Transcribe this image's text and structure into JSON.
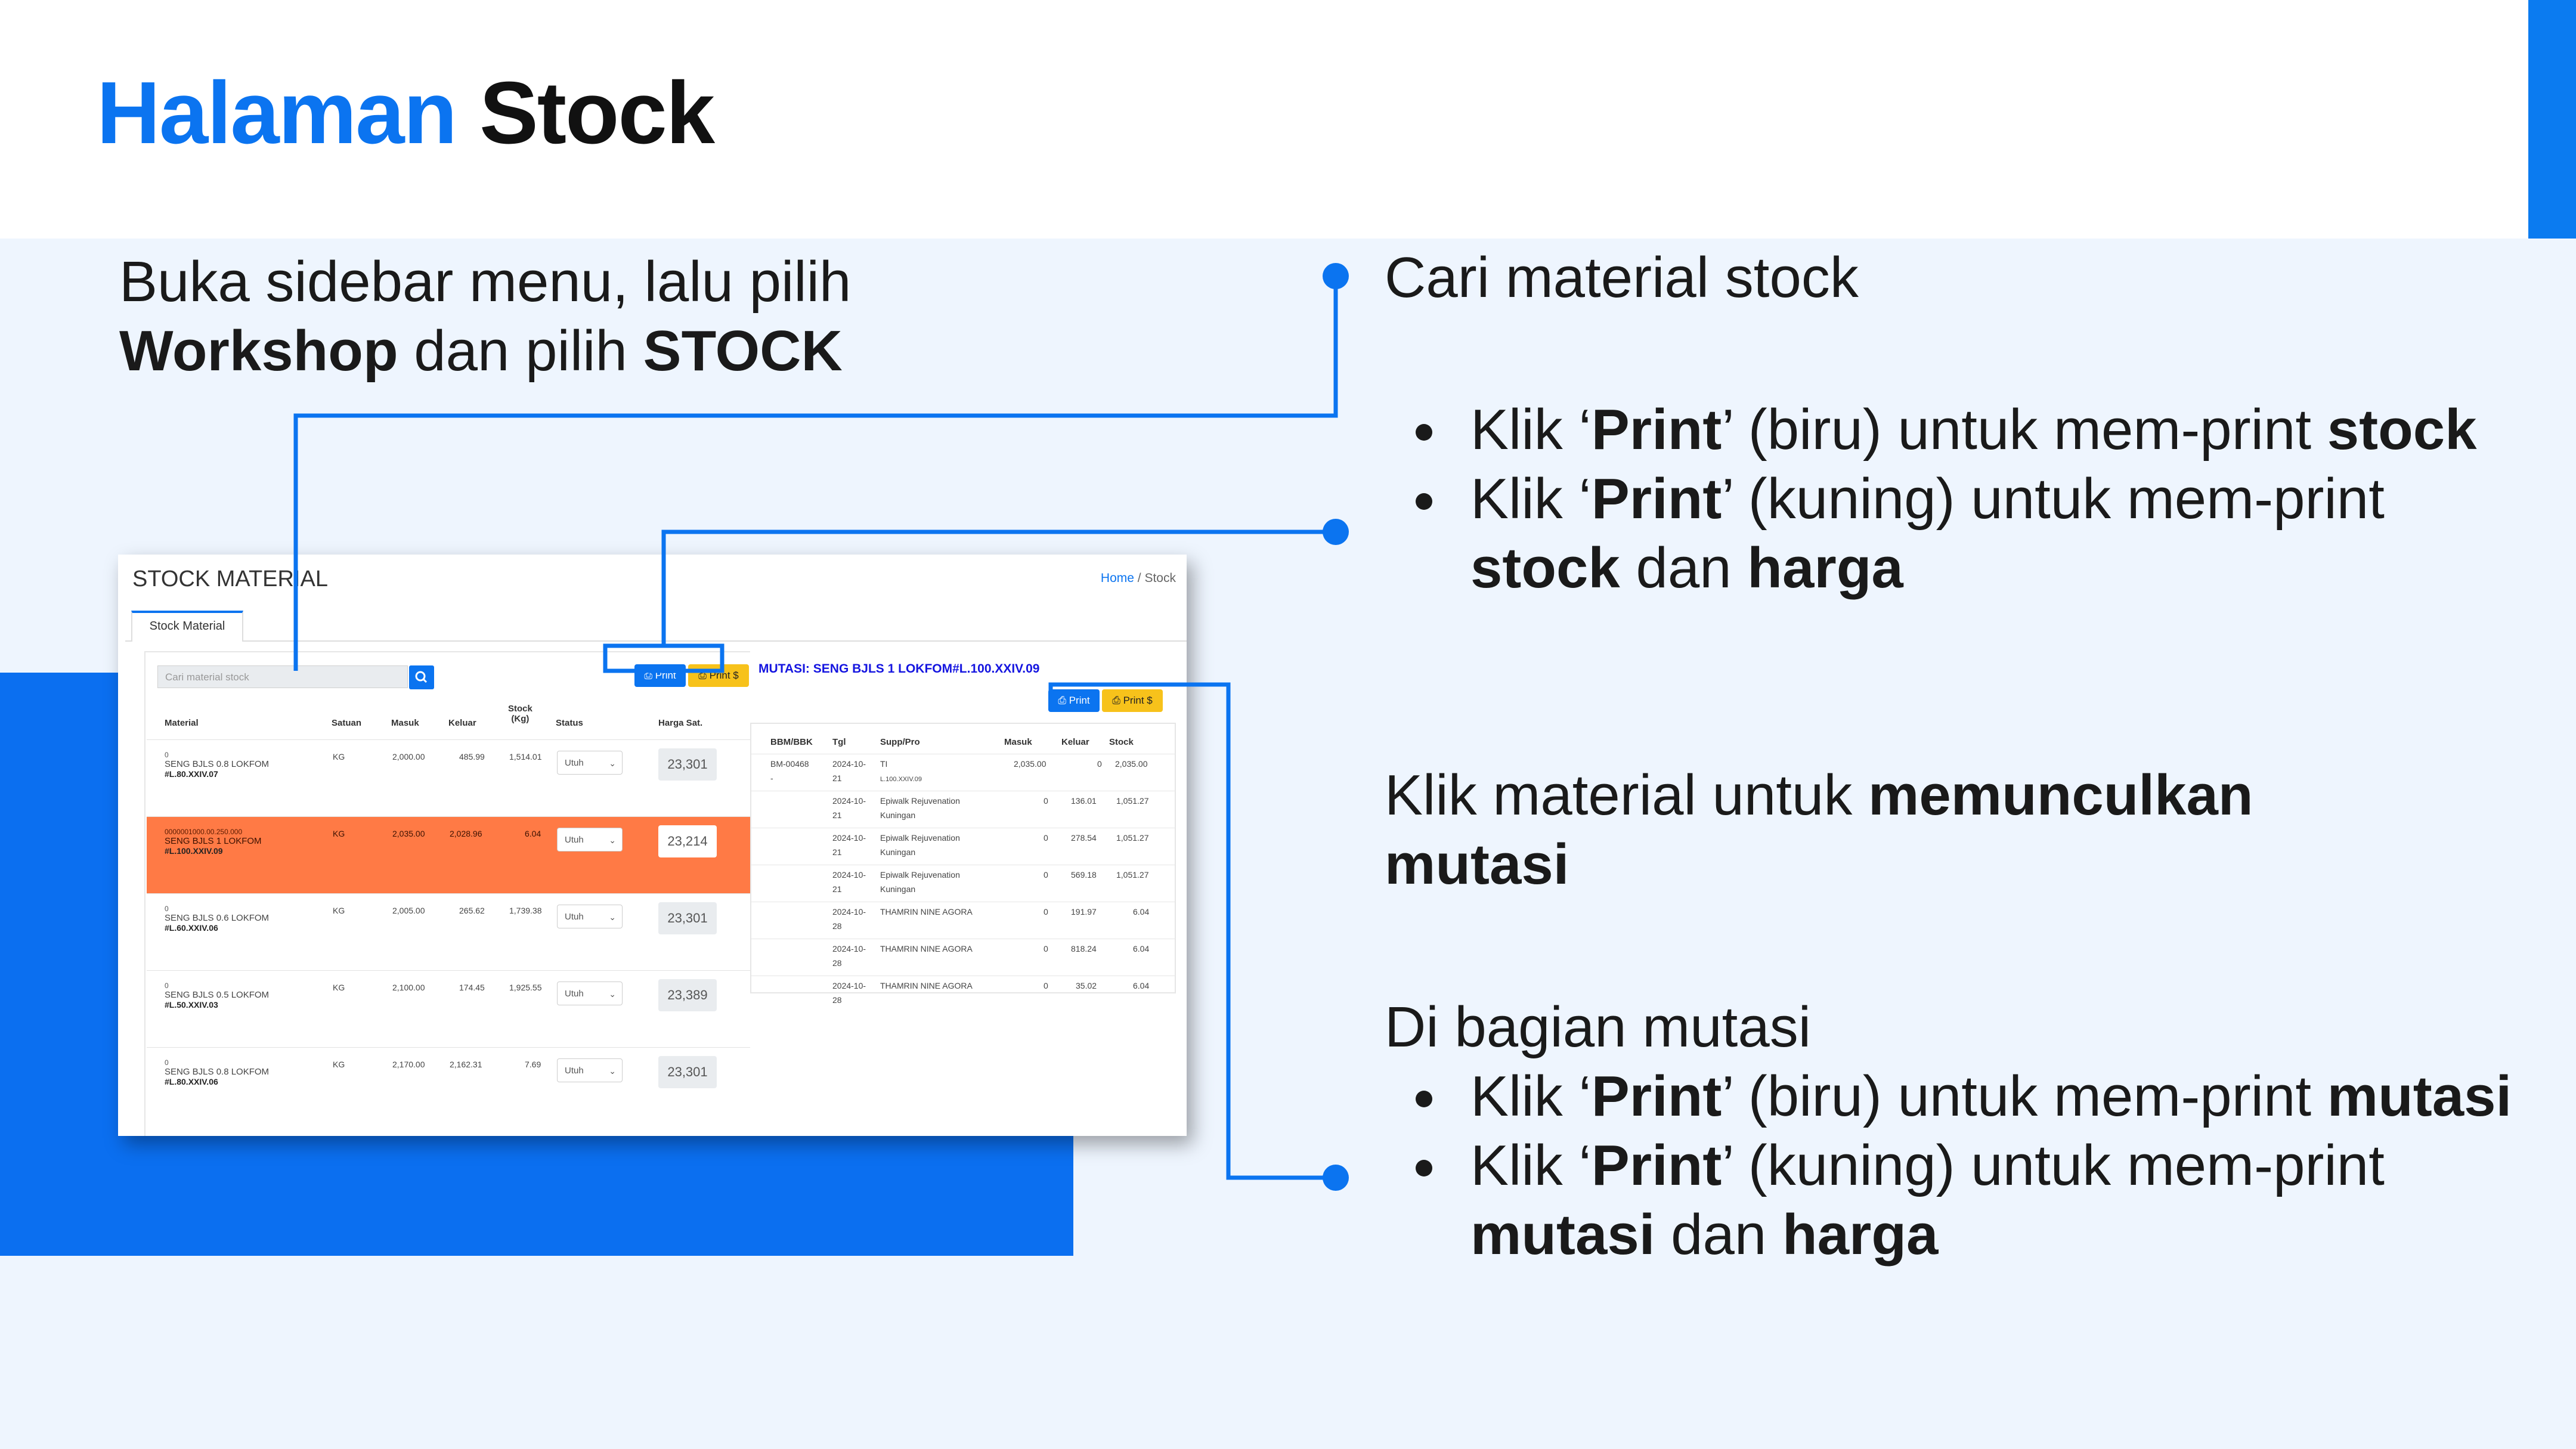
{
  "slide": {
    "title_part1": "Halaman",
    "title_part2": "Stock"
  },
  "left_text": {
    "line1": "Buka sidebar menu, lalu pilih",
    "workshop": "Workshop",
    "dan_pilih": " dan pilih ",
    "stock": "STOCK"
  },
  "right": {
    "cari": "Cari material stock",
    "stock_items": [
      {
        "a": "Klik ‘",
        "b": "Print",
        "c": "’ (biru) untuk mem-print ",
        "d": "stock"
      },
      {
        "a": "Klik ‘",
        "b": "Print",
        "c": "’ (kuning) untuk mem-print ",
        "d": "stock",
        "e": " dan ",
        "f": "harga"
      }
    ],
    "klik_material": "Klik material untuk ",
    "memunculkan": "memunculkan mutasi",
    "di_bagian": "Di bagian mutasi",
    "mutasi_items": [
      {
        "a": "Klik ‘",
        "b": "Print",
        "c": "’ (biru) untuk mem-print ",
        "d": "mutasi"
      },
      {
        "a": "Klik ‘",
        "b": "Print",
        "c": "’ (kuning) untuk mem-print ",
        "d": "mutasi",
        "e": " dan ",
        "f": "harga"
      }
    ]
  },
  "colors": {
    "accent": "#0b74f0",
    "selected_row": "#ff7a45",
    "print_yellow": "#f7c21b"
  },
  "screenshot": {
    "page_title": "STOCK MATERIAL",
    "breadcrumb_home": "Home",
    "breadcrumb_sep": "/",
    "breadcrumb_current": "Stock",
    "tab": "Stock Material",
    "search_placeholder": "Cari material stock",
    "print_label": "Print",
    "print_price_label": "Print $",
    "headers": {
      "material": "Material",
      "satuan": "Satuan",
      "masuk": "Masuk",
      "keluar": "Keluar",
      "stock1": "Stock",
      "stock2": "(Kg)",
      "status": "Status",
      "harga": "Harga Sat."
    },
    "rows": [
      {
        "code": "0",
        "name": "SENG BJLS 0.8 LOKFOM",
        "id": "#L.80.XXIV.07",
        "satuan": "KG",
        "masuk": "2,000.00",
        "keluar": "485.99",
        "stock": "1,514.01",
        "status": "Utuh",
        "harga": "23,301"
      },
      {
        "code": "0000001000.00.250.000",
        "name": "SENG BJLS 1 LOKFOM",
        "id": "#L.100.XXIV.09",
        "satuan": "KG",
        "masuk": "2,035.00",
        "keluar": "2,028.96",
        "stock": "6.04",
        "status": "Utuh",
        "harga": "23,214"
      },
      {
        "code": "0",
        "name": "SENG BJLS 0.6 LOKFOM",
        "id": "#L.60.XXIV.06",
        "satuan": "KG",
        "masuk": "2,005.00",
        "keluar": "265.62",
        "stock": "1,739.38",
        "status": "Utuh",
        "harga": "23,301"
      },
      {
        "code": "0",
        "name": "SENG BJLS 0.5 LOKFOM",
        "id": "#L.50.XXIV.03",
        "satuan": "KG",
        "masuk": "2,100.00",
        "keluar": "174.45",
        "stock": "1,925.55",
        "status": "Utuh",
        "harga": "23,389"
      },
      {
        "code": "0",
        "name": "SENG BJLS 0.8 LOKFOM",
        "id": "#L.80.XXIV.06",
        "satuan": "KG",
        "masuk": "2,170.00",
        "keluar": "2,162.31",
        "stock": "7.69",
        "status": "Utuh",
        "harga": "23,301"
      }
    ],
    "mutasi": {
      "title": "MUTASI: SENG BJLS 1 LOKFOM#L.100.XXIV.09",
      "headers": {
        "bbm": "BBM/BBK",
        "tgl": "Tgl",
        "supp": "Supp/Pro",
        "masuk": "Masuk",
        "keluar": "Keluar",
        "stock": "Stock"
      },
      "rows": [
        {
          "bbm1": "BM-00468",
          "bbm2": "-",
          "tgl1": "2024-10-",
          "tgl2": "21",
          "supp1": "TI",
          "supp2": "L.100.XXIV.09",
          "masuk": "2,035.00",
          "keluar": "0",
          "stock": "2,035.00"
        },
        {
          "bbm1": "",
          "bbm2": "",
          "tgl1": "2024-10-",
          "tgl2": "21",
          "supp1": "Epiwalk Rejuvenation",
          "supp2": "Kuningan",
          "masuk": "0",
          "keluar": "136.01",
          "stock": "1,051.27"
        },
        {
          "bbm1": "",
          "bbm2": "",
          "tgl1": "2024-10-",
          "tgl2": "21",
          "supp1": "Epiwalk Rejuvenation",
          "supp2": "Kuningan",
          "masuk": "0",
          "keluar": "278.54",
          "stock": "1,051.27"
        },
        {
          "bbm1": "",
          "bbm2": "",
          "tgl1": "2024-10-",
          "tgl2": "21",
          "supp1": "Epiwalk Rejuvenation",
          "supp2": "Kuningan",
          "masuk": "0",
          "keluar": "569.18",
          "stock": "1,051.27"
        },
        {
          "bbm1": "",
          "bbm2": "",
          "tgl1": "2024-10-",
          "tgl2": "28",
          "supp1": "THAMRIN NINE AGORA",
          "supp2": "",
          "masuk": "0",
          "keluar": "191.97",
          "stock": "6.04"
        },
        {
          "bbm1": "",
          "bbm2": "",
          "tgl1": "2024-10-",
          "tgl2": "28",
          "supp1": "THAMRIN NINE AGORA",
          "supp2": "",
          "masuk": "0",
          "keluar": "818.24",
          "stock": "6.04"
        },
        {
          "bbm1": "",
          "bbm2": "",
          "tgl1": "2024-10-",
          "tgl2": "28",
          "supp1": "THAMRIN NINE AGORA",
          "supp2": "",
          "masuk": "0",
          "keluar": "35.02",
          "stock": "6.04"
        }
      ]
    }
  }
}
